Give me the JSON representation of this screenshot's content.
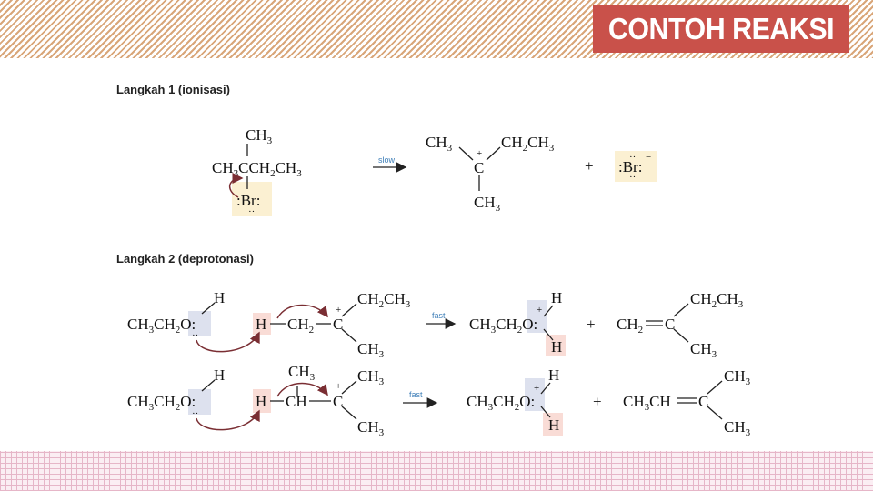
{
  "header": {
    "title": "CONTOH REAKSI E1"
  },
  "steps": [
    {
      "title": "Langkah 1 (ionisasi)"
    },
    {
      "title": "Langkah 2 (deprotonasi)"
    }
  ],
  "reaction_labels": {
    "slow": "slow",
    "fast": "fast",
    "plus": "+"
  },
  "colors": {
    "title_bg": "#c9514a",
    "header_stripe": "#d9a679",
    "footer_grid": "#e6b6c8",
    "highlight_yellow": "#fbf0d2",
    "highlight_blue": "#dde1ee",
    "highlight_pink": "#f9dcd6"
  }
}
